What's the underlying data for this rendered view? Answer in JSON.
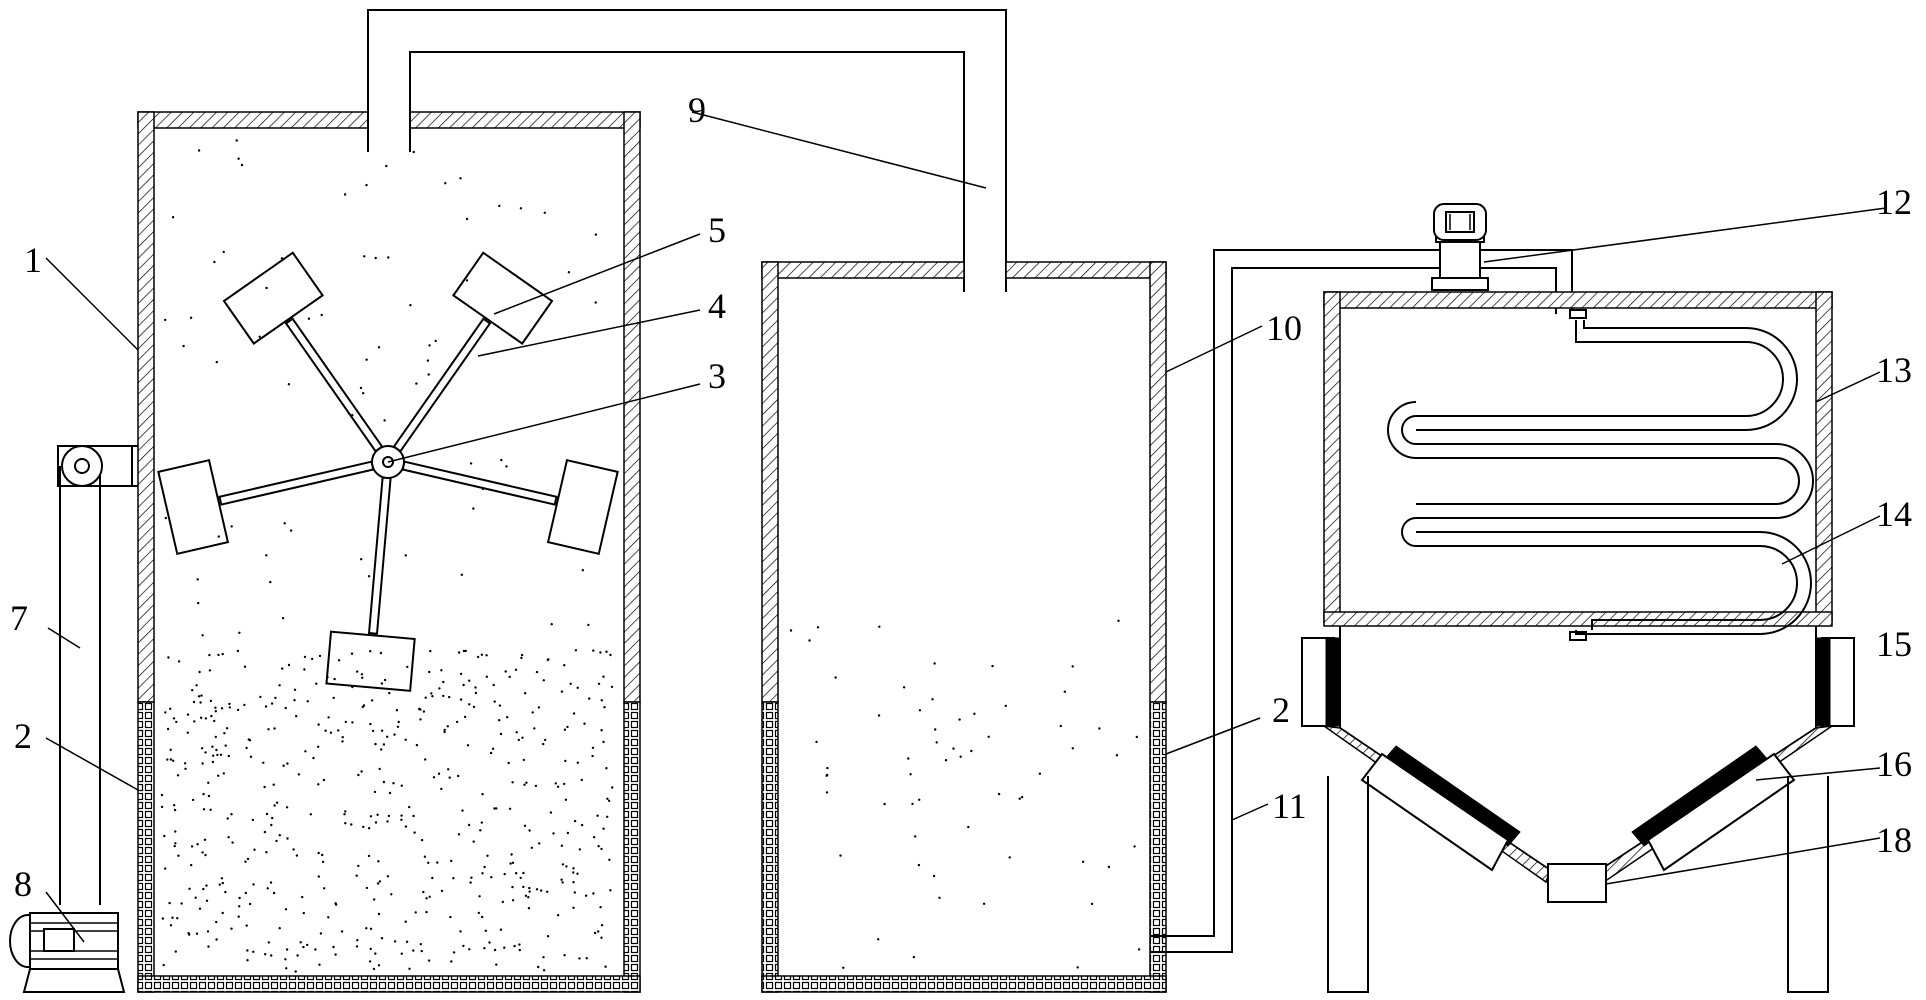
{
  "labels": {
    "l1": "1",
    "l2a": "2",
    "l2b": "2",
    "l3": "3",
    "l4": "4",
    "l5": "5",
    "l7": "7",
    "l8": "8",
    "l9": "9",
    "l10": "10",
    "l11": "11",
    "l12": "12",
    "l13": "13",
    "l14": "14",
    "l15": "15",
    "l16": "16",
    "l18": "18"
  },
  "colors": {
    "line": "#000000",
    "background": "#ffffff"
  }
}
